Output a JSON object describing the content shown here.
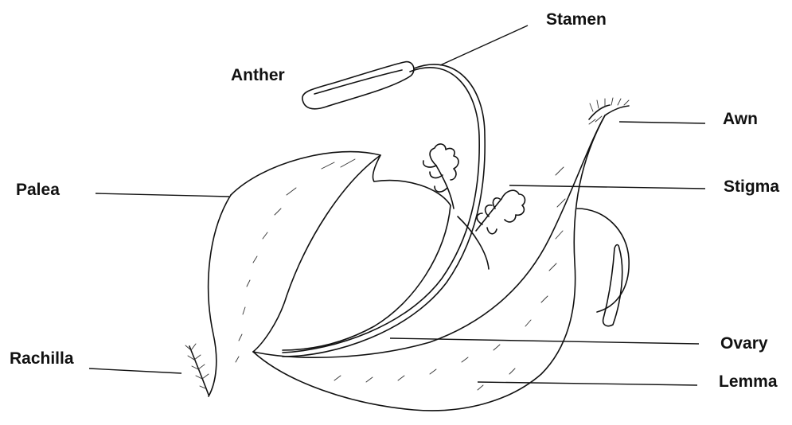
{
  "labels": {
    "stamen": "Stamen",
    "anther": "Anther",
    "awn": "Awn",
    "palea": "Palea",
    "stigma": "Stigma",
    "ovary": "Ovary",
    "rachilla": "Rachilla",
    "lemma": "Lemma"
  }
}
